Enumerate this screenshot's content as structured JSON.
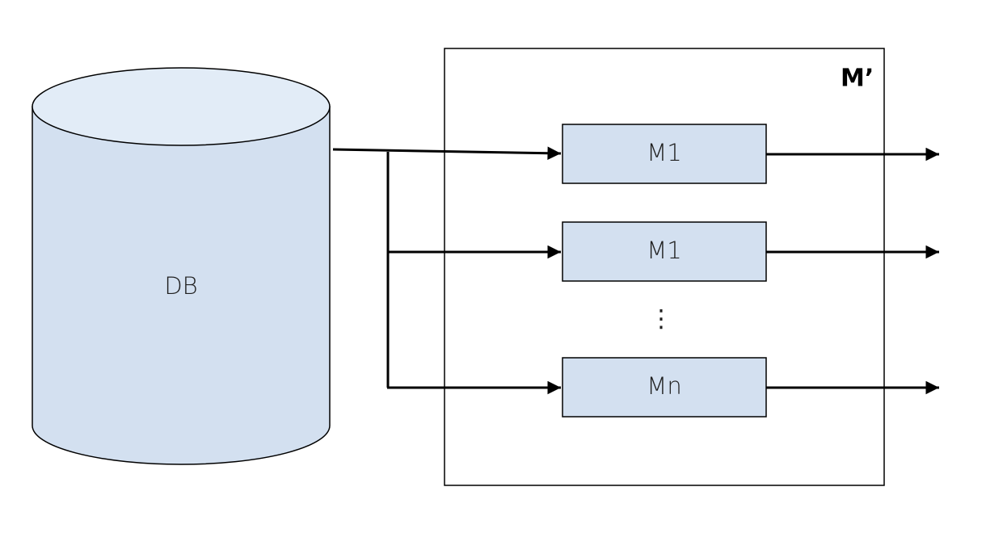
{
  "colors": {
    "fill": "#d3e0f0",
    "cylinder_top": "#e2ecf7",
    "stroke": "#000000",
    "background": "#ffffff"
  },
  "database": {
    "label": "DB"
  },
  "container": {
    "label": "M’"
  },
  "models": [
    {
      "label": "M1"
    },
    {
      "label": "M1"
    },
    {
      "label": "Mn"
    }
  ],
  "ellipsis": "⋮"
}
